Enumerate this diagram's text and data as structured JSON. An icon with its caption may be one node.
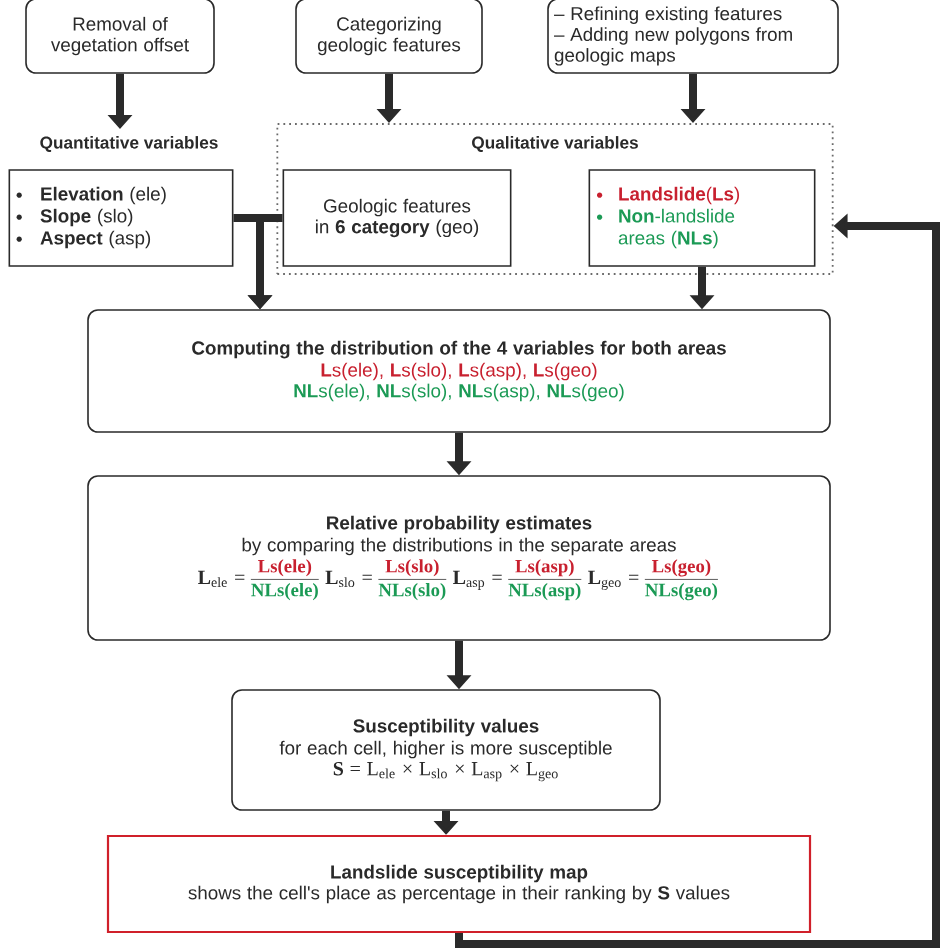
{
  "diagram": {
    "nodes": [
      {
        "text": [
          "Removal of vegetation offset"
        ]
      },
      {
        "text": [
          "Categorizing geologic features"
        ]
      },
      {
        "text": [
          "– Refining existing features",
          "– Adding new polygons from geologic maps"
        ]
      },
      {
        "text": [
          "Quantitative variables",
          "**Elevation** (ele)",
          "**Slope** (slo)",
          "**Aspect** (asp)"
        ]
      },
      {
        "text": [
          "Qualitative variables"
        ]
      },
      {
        "text": [
          "Geologic features in **6 category** (geo)"
        ],
        "in": 4
      },
      {
        "text": [
          "**Landslide**(**Ls**)",
          "**Non**-landslide areas (**NLs**)"
        ],
        "in": 4
      },
      {
        "text": [
          "Computing the distribution of the 4 variables for both areas",
          "**L**s(ele), **L**s(slo), **L**s(asp), **L**s(geo)",
          "**NL**s(ele), **NL**s(slo), **NL**s(asp), **NL**s(geo)"
        ]
      },
      {
        "text": [
          "Relative probability estimates",
          "by comparing the distributions in the separate areas",
          "**L**$_{ele}$ =",
          "Ls(ele)",
          "NLs(ele)",
          "**L**$_{slo}$ =",
          "Ls(slo)",
          "NLs(slo)",
          "**L**$_{asp}$ =",
          "Ls(asp)",
          "NLs(asp)",
          "**L**$_{geo}$ =",
          "Ls(geo)",
          "NLs(geo)"
        ]
      },
      {
        "text": [
          "Susceptibility values",
          "for each cell, higher is more susceptible",
          "**S** = L$_{ele}$ × L$_{slo}$ × L$_{asp}$ × L$_{geo}$"
        ]
      },
      {
        "text": [
          "Landslide susceptibility map",
          "shows the cell's place as percentage in their ranking by **S** values"
        ]
      }
    ],
    "edges": [
      {
        "from": 0,
        "to": 3,
        "arrow": "to"
      },
      {
        "from": 1,
        "to": 4,
        "arrow": "to"
      },
      {
        "from": 2,
        "to": 4,
        "arrow": "to"
      },
      {
        "from": 3,
        "to": 7,
        "arrow": "to"
      },
      {
        "from": 5,
        "to": 7,
        "arrow": "to"
      },
      {
        "from": 6,
        "to": 7,
        "arrow": "to"
      },
      {
        "from": 7,
        "to": 8,
        "arrow": "to"
      },
      {
        "from": 8,
        "to": 9,
        "arrow": "to"
      },
      {
        "from": 9,
        "to": 10,
        "arrow": "to"
      },
      {
        "from": 10,
        "to": 4,
        "arrow": "to"
      }
    ]
  }
}
